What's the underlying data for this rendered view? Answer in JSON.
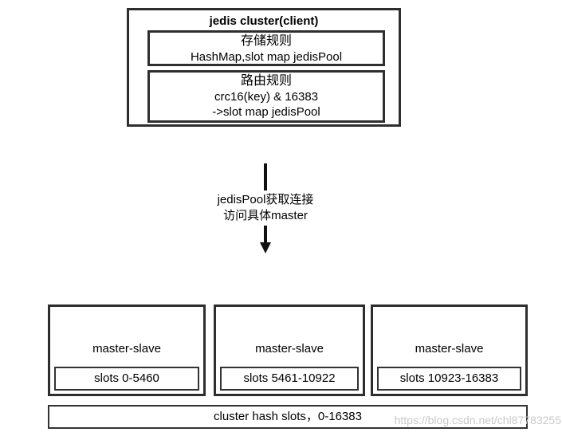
{
  "diagram": {
    "client_box": {
      "title": "jedis cluster(client)",
      "storage_rule": {
        "heading": "存储规则",
        "detail": "HashMap,slot map jedisPool"
      },
      "routing_rule": {
        "heading": "路由规则",
        "formula": "crc16(key) & 16383",
        "result": "->slot map jedisPool"
      }
    },
    "flow_arrow": {
      "caption_line1": "jedisPool获取连接",
      "caption_line2": "访问具体master"
    },
    "master_nodes": [
      {
        "title": "master-slave",
        "slots": "slots 0-5460"
      },
      {
        "title": "master-slave",
        "slots": "slots 5461-10922"
      },
      {
        "title": "master-slave",
        "slots": "slots 10923-16383"
      }
    ],
    "footer": {
      "label": "cluster hash slots，0-16383"
    },
    "watermark": "https://blog.csdn.net/chl87783255",
    "colors": {
      "border": "#2e2e2e",
      "text": "#000000",
      "watermark": "#c9c9c9"
    }
  }
}
